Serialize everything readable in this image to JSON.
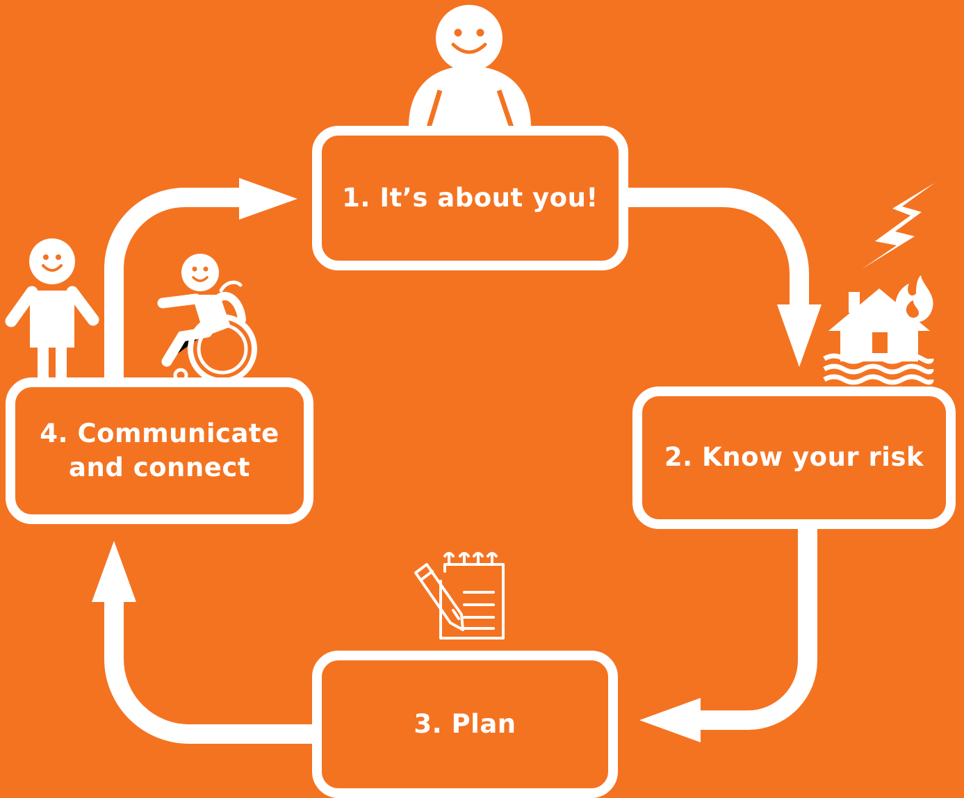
{
  "colors": {
    "background": "#f47321",
    "foreground": "#ffffff"
  },
  "steps": [
    {
      "label": "1. It’s about you!",
      "icon": "smiling-person-icon"
    },
    {
      "label": "2. Know your risk",
      "icon": "house-hazard-icon"
    },
    {
      "label": "3. Plan",
      "icon": "notepad-pencil-icon"
    },
    {
      "label_line1": "4. Communicate",
      "label_line2": "and connect",
      "icon": "people-wheelchair-icon"
    }
  ]
}
